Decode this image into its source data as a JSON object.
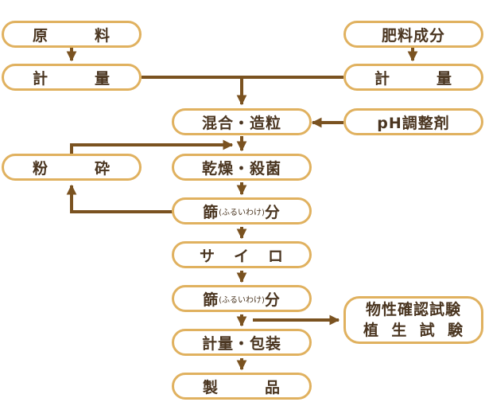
{
  "colors": {
    "box_border": "#E0B15F",
    "arrow": "#7A5220",
    "text": "#4A3520"
  },
  "nodes": {
    "genryo": {
      "c1": "原",
      "c2": "料"
    },
    "keiryo_left": {
      "c1": "計",
      "c2": "量"
    },
    "hiryo_seibun": "肥料成分",
    "keiryo_right": {
      "c1": "計",
      "c2": "量"
    },
    "kongo_zoryu": "混合・造粒",
    "ph_chosei": "pH調整剤",
    "funsai": {
      "c1": "粉",
      "c2": "砕"
    },
    "kanso_sakkin": "乾燥・殺菌",
    "furuiwake1": {
      "main": "篩",
      "ruby": "(ふるいわけ)",
      "end": "分"
    },
    "silo": {
      "c1": "サ",
      "c2": "イ",
      "c3": "ロ"
    },
    "furuiwake2": {
      "main": "篩",
      "ruby": "(ふるいわけ)",
      "end": "分"
    },
    "keiryo_hoso": "計量・包装",
    "seihin": {
      "c1": "製",
      "c2": "品"
    },
    "tests": {
      "line1": "物性確認試験",
      "line2": {
        "c1": "植",
        "c2": "生",
        "c3": "試",
        "c4": "験"
      }
    }
  }
}
